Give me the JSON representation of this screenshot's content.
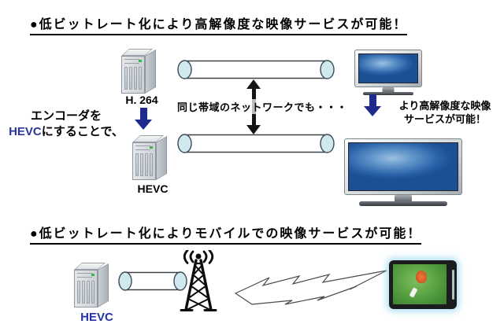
{
  "colors": {
    "accent_blue": "#1e2a8e",
    "hevc_text_blue": "#2a36a0",
    "tv_screen_blue": "#2a62a8",
    "pipe_end_cyan": "#cfe9ee"
  },
  "icons": {
    "server-icon": "3d tower server",
    "pipe-icon": "network bandwidth pipe cylinder",
    "tv-icon": "flat screen tv with blue screen",
    "double-arrow-icon": "black vertical double-headed arrow",
    "down-arrow-icon": "blue down arrow",
    "antenna-tower-icon": "broadcast lattice tower with radio waves",
    "radio-wave-icon": "zigzag wireless transmission bolt",
    "tablet-icon": "tablet playing soccer video"
  },
  "section1": {
    "title": "●低ビットレート化により高解像度な映像サービスが可能！",
    "server_top": {
      "label": "H. 264"
    },
    "server_bottom": {
      "label": "HEVC"
    },
    "encoder_note": {
      "line1": "エンコーダを",
      "highlight": "HEVC",
      "rest": "にすることで、"
    },
    "network_note": "同じ帯域のネットワークでも・・・",
    "result_note": {
      "line1": "より高解像度な映像",
      "line2": "サービスが可能！"
    }
  },
  "section2": {
    "title": "●低ビットレート化によりモバイルでの映像サービスが可能！",
    "server": {
      "label": "HEVC"
    }
  }
}
